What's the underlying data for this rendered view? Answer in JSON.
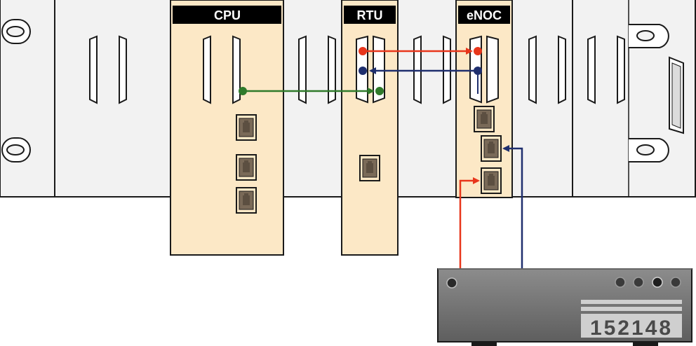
{
  "modules": {
    "cpu": {
      "label": "CPU"
    },
    "rtu": {
      "label": "RTU"
    },
    "enoc": {
      "label": "eNOC"
    }
  },
  "device": {
    "label": "152148"
  },
  "colors": {
    "module_fill": "#fce8c6",
    "rack_fill": "#f2f2f2",
    "outline": "#1a1a1a",
    "label_bg": "#000000",
    "link_red": "#e8361b",
    "link_blue": "#1f2f6e",
    "link_green": "#2f7a2a",
    "device_fill": "#6b6b6b",
    "device_top": "#8a8a8a",
    "port_fill": "#7a6a58"
  },
  "icons": [
    "connector-slot-icon",
    "ethernet-port-icon",
    "mounting-slot-icon",
    "led-icon",
    "arrow-icon"
  ]
}
